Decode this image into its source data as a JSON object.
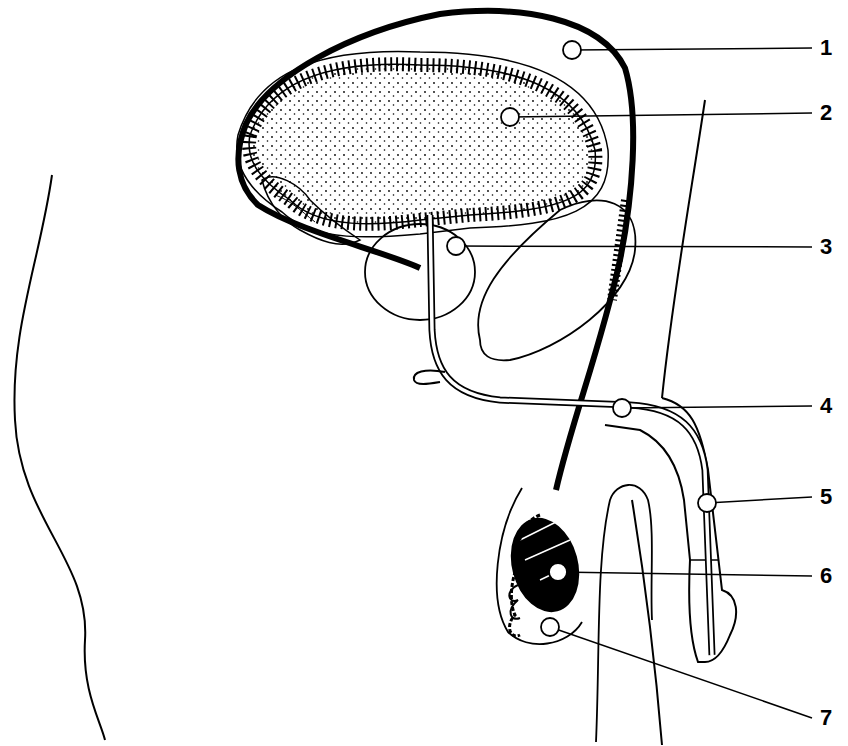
{
  "diagram": {
    "labels": [
      "1",
      "2",
      "3",
      "4",
      "5",
      "6",
      "7"
    ]
  }
}
